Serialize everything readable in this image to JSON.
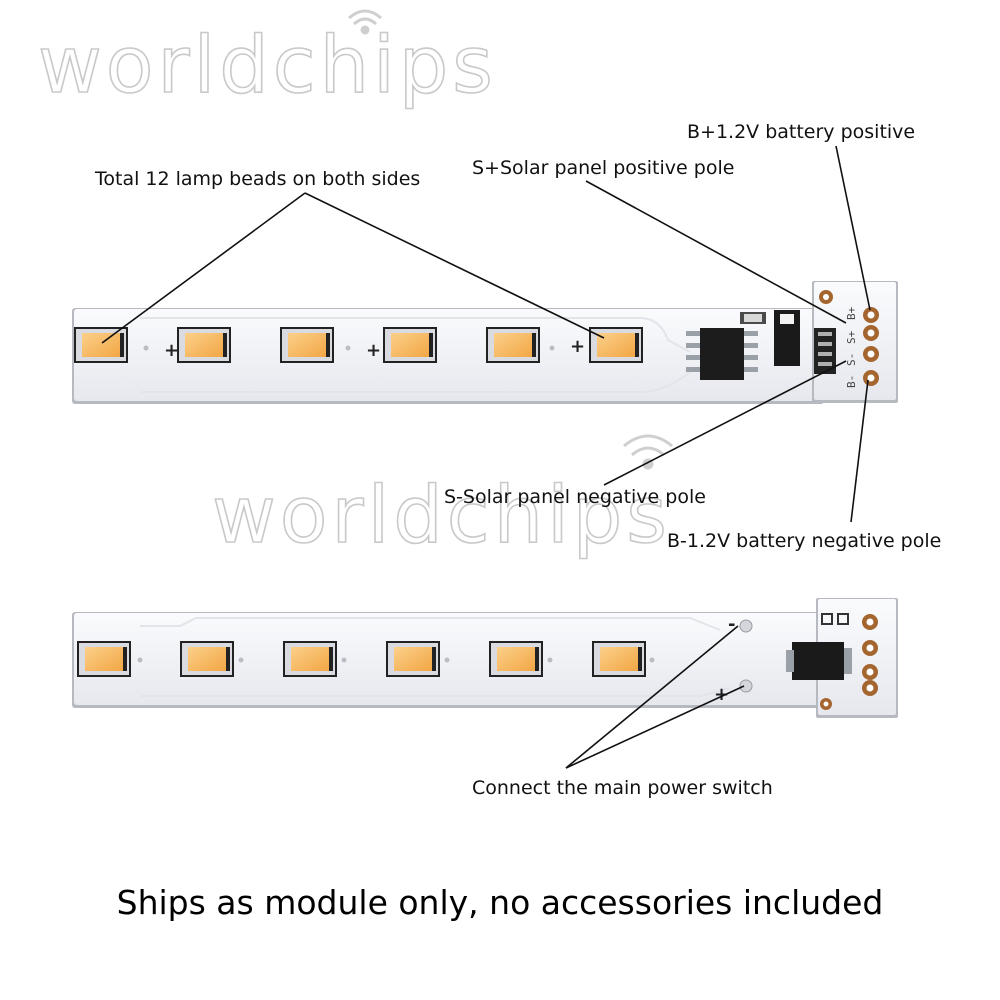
{
  "watermark": "worldchips",
  "labels": {
    "lamp_beads": "Total 12 lamp beads on both sides",
    "battery_positive": "B+1.2V battery positive",
    "solar_positive": "S+Solar panel positive pole",
    "solar_negative": "S-Solar panel negative pole",
    "battery_negative": "B-1.2V battery negative pole",
    "power_switch": "Connect the main power switch"
  },
  "pad_marks": {
    "b_plus": "B+",
    "s_plus": "S+",
    "s_minus": "S-",
    "b_minus": "B-",
    "plus": "+",
    "minus": "-"
  },
  "footer": "Ships as module only, no accessories included",
  "colors": {
    "led": "#f7b95f",
    "board": "#f2f3f7",
    "copper": "#a5652e",
    "chip": "#1c1c1c"
  },
  "top_board": {
    "led_count": 6
  },
  "bottom_board": {
    "led_count": 6
  }
}
